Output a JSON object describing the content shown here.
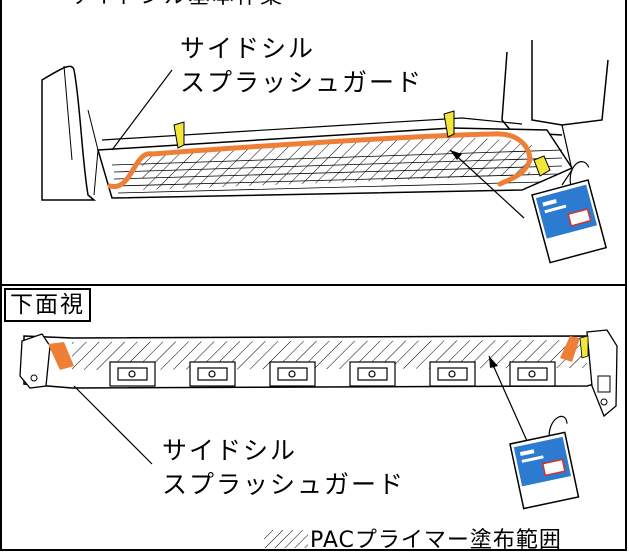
{
  "top_panel": {
    "cut_title": "サイドシル基本作業",
    "part_label_line1": "サイドシル",
    "part_label_line2": "スプラッシュガード"
  },
  "bottom_panel": {
    "view_label": "下面視",
    "part_label_line1": "サイドシル",
    "part_label_line2": "スプラッシュガード"
  },
  "legend": {
    "label": "PACプライマー塗布範囲"
  },
  "colors": {
    "tape": "#EE7F36",
    "tab_yellow": "#F3E63A",
    "packet_blue": "#2C7BD0",
    "packet_red": "#D9302A",
    "line": "#000000"
  }
}
